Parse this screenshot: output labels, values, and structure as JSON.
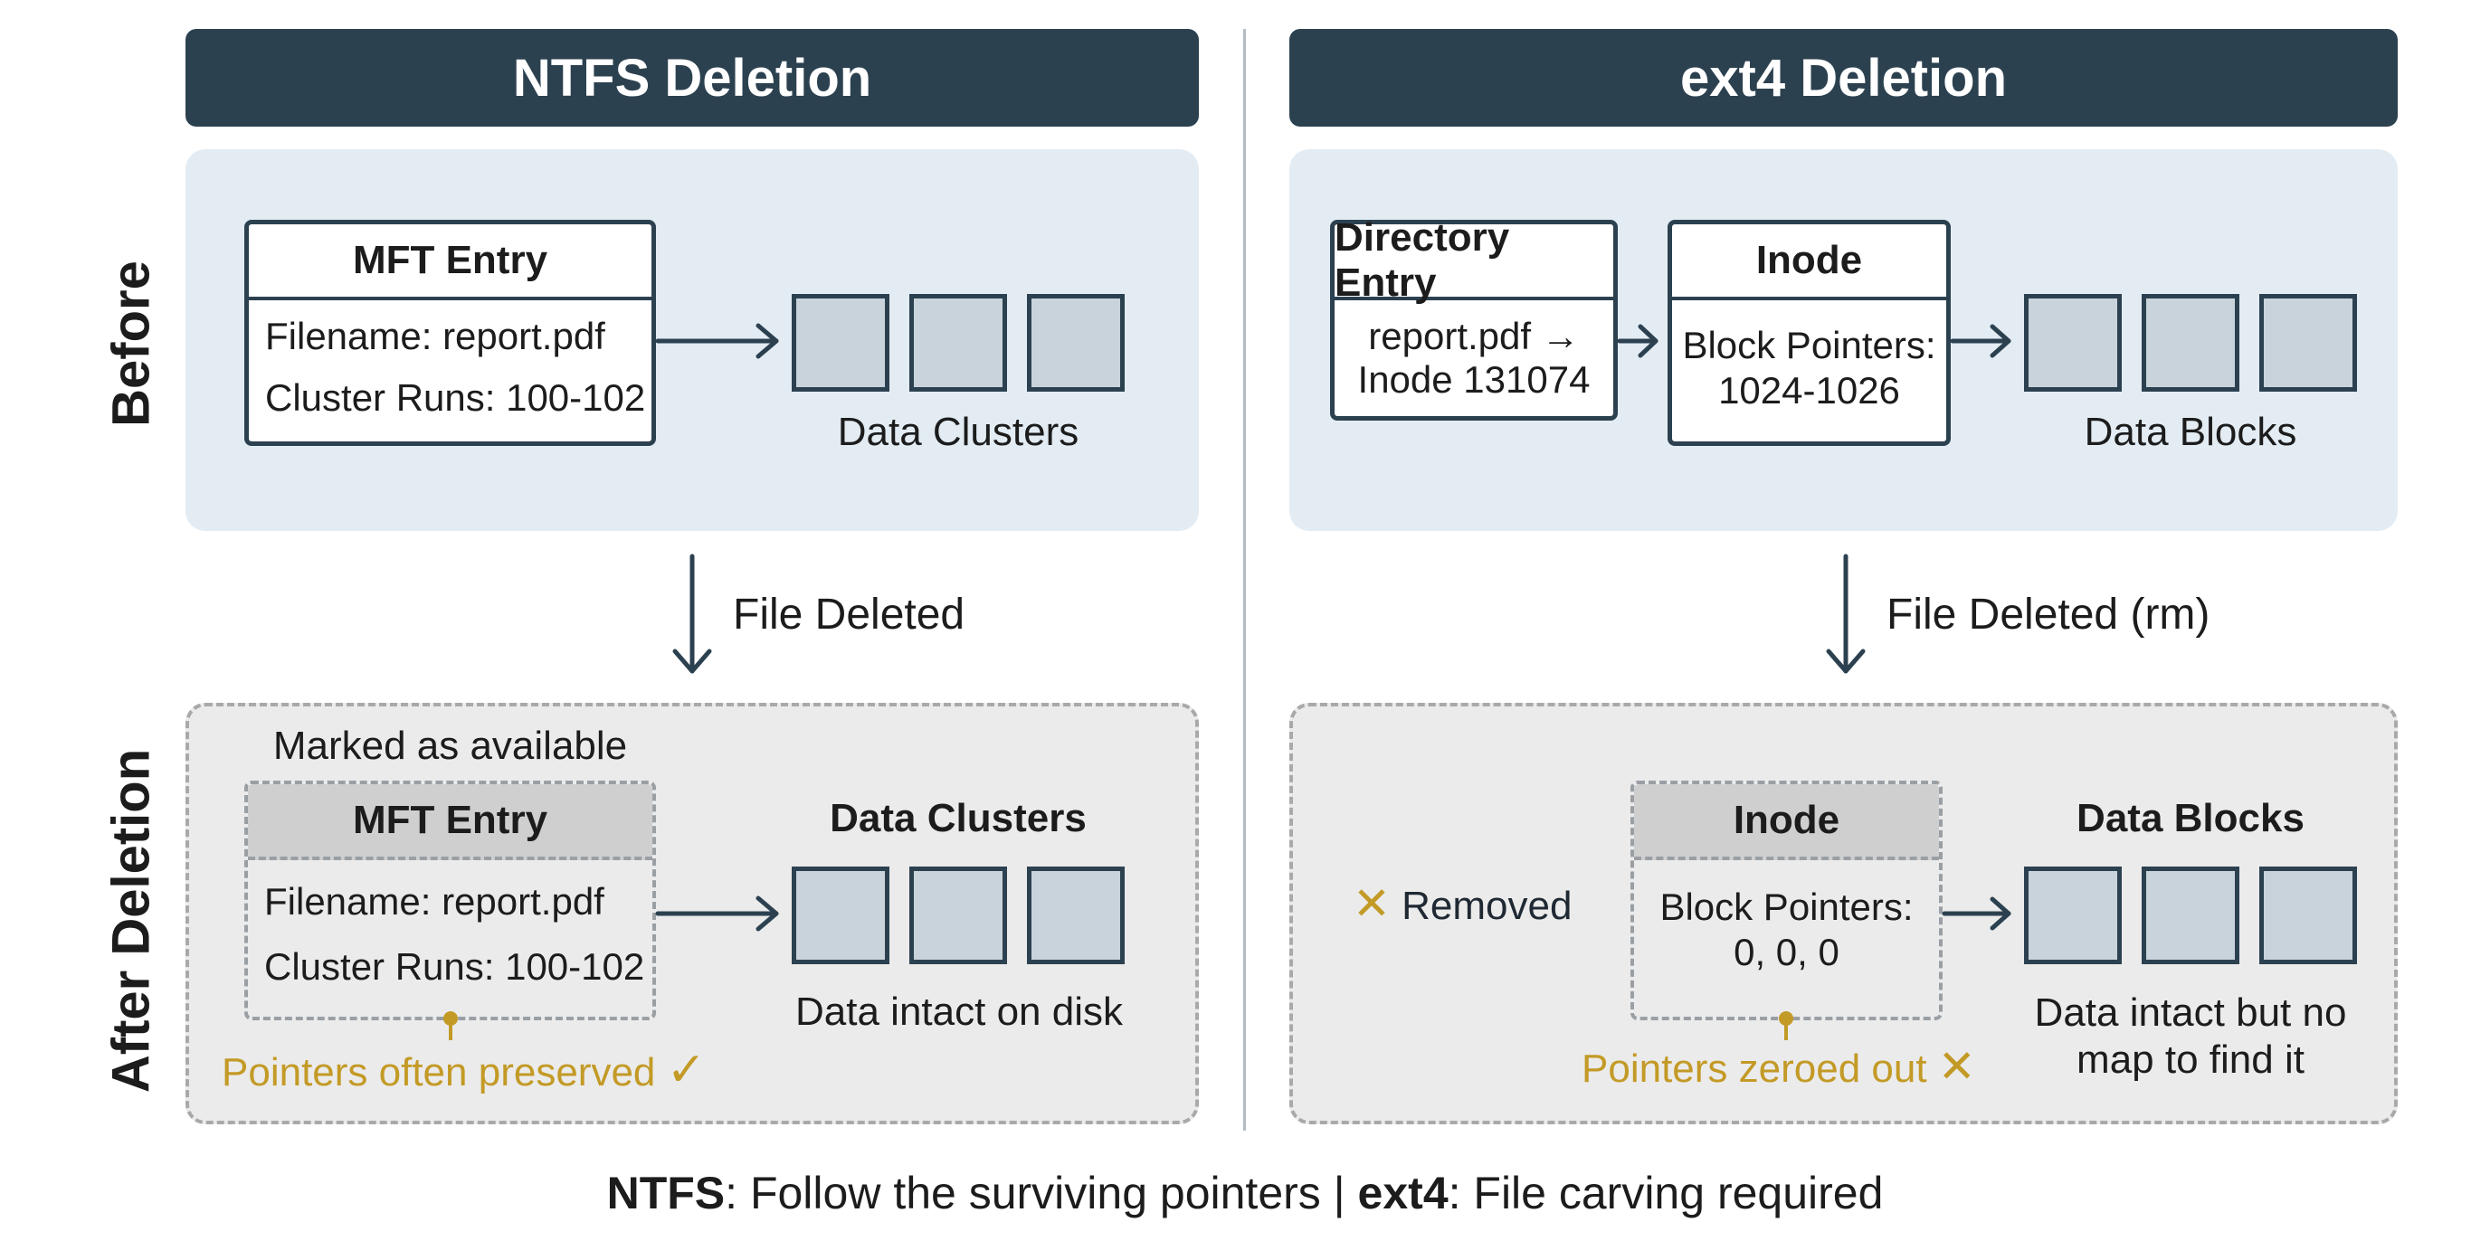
{
  "columns": {
    "ntfs": {
      "title": "NTFS Deletion"
    },
    "ext4": {
      "title": "ext4 Deletion"
    }
  },
  "rows": {
    "before": "Before",
    "after": "After Deletion"
  },
  "ntfs_before": {
    "mft_title": "MFT Entry",
    "filename": "Filename: report.pdf",
    "cluster_runs": "Cluster Runs: 100-102",
    "clusters_caption": "Data Clusters"
  },
  "ntfs_transition": {
    "label": "File Deleted"
  },
  "ntfs_after": {
    "marked": "Marked as available",
    "mft_title": "MFT Entry",
    "filename": "Filename: report.pdf",
    "cluster_runs": "Cluster Runs: 100-102",
    "clusters_title": "Data Clusters",
    "clusters_caption": "Data intact on disk",
    "pointer_note": "Pointers often preserved",
    "pointer_mark": "✓"
  },
  "ext4_before": {
    "dir_title": "Directory Entry",
    "dir_line1": "report.pdf →",
    "dir_line2": "Inode 131074",
    "inode_title": "Inode",
    "inode_line1": "Block Pointers:",
    "inode_line2": "1024-1026",
    "blocks_caption": "Data Blocks"
  },
  "ext4_transition": {
    "label": "File Deleted (rm)"
  },
  "ext4_after": {
    "removed_mark": "✕",
    "removed": "Removed",
    "inode_title": "Inode",
    "inode_line1": "Block Pointers:",
    "inode_line2": "0, 0, 0",
    "blocks_title": "Data Blocks",
    "blocks_caption_line1": "Data intact but no",
    "blocks_caption_line2": "map to find it",
    "pointer_note": "Pointers zeroed out",
    "pointer_mark": "✕"
  },
  "footer": {
    "ntfs_label": "NTFS",
    "ntfs_text": ": Follow the surviving pointers | ",
    "ext4_label": "ext4",
    "ext4_text": ": File carving required"
  },
  "colors": {
    "header_bg": "#2c4150",
    "before_panel": "#e3ecf3",
    "after_panel": "#ebebeb",
    "block_fill": "#c9d3db",
    "accent_gold": "#c39a26"
  }
}
